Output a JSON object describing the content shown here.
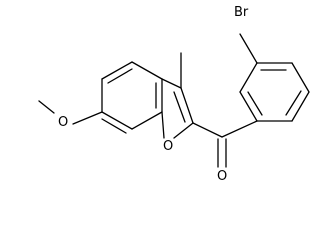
{
  "molecule": {
    "atoms": {
      "br": "Br",
      "o_carbonyl": "O",
      "o_furan": "O",
      "o_methoxy": "O"
    }
  }
}
